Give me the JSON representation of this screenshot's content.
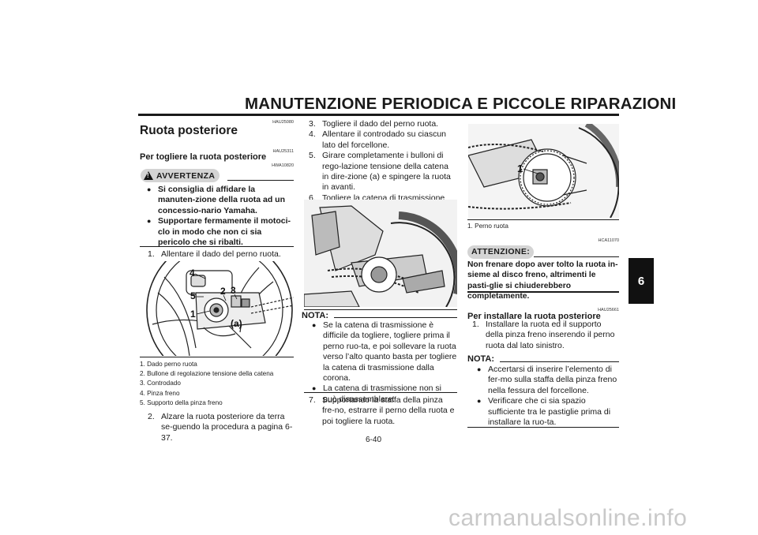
{
  "header": {
    "title": "MANUTENZIONE PERIODICA E PICCOLE RIPARAZIONI",
    "tab": "6"
  },
  "col1": {
    "code1": "HAU25080",
    "title": "Ruota posteriore",
    "code2": "HAU25311",
    "subtitle": "Per togliere la ruota posteriore",
    "code3": "HWA10820",
    "warning_label": "AVVERTENZA",
    "warning_items": [
      "Si consiglia di affidare la manuten-zione della ruota ad un concessio-nario Yamaha.",
      "Supportare fermamente il motoci-clo in modo che non ci sia pericolo che si ribalti."
    ],
    "step1_num": "1.",
    "step1": "Allentare il dado del perno ruota.",
    "figure_callouts": [
      "1",
      "2",
      "3",
      "4",
      "5",
      "(a)"
    ],
    "legend": [
      "1. Dado perno ruota",
      "2. Bullone di regolazione tensione della catena",
      "3. Controdado",
      "4. Pinza freno",
      "5. Supporto della pinza freno"
    ],
    "step2_num": "2.",
    "step2": "Alzare la ruota posteriore da terra se-guendo la procedura a pagina 6-37."
  },
  "col2": {
    "steps": [
      {
        "num": "3.",
        "text": "Togliere il dado del perno ruota."
      },
      {
        "num": "4.",
        "text": "Allentare il controdado su ciascun lato del forcellone."
      },
      {
        "num": "5.",
        "text": "Girare completamente i bulloni di rego-lazione tensione della catena in dire-zione (a) e spingere la ruota in avanti."
      },
      {
        "num": "6.",
        "text": "Togliere la catena di trasmissione dal-la corona."
      }
    ],
    "note_label": "NOTA:",
    "note_items": [
      "Se la catena di trasmissione è difficile da togliere, togliere prima il perno ruo-ta, e poi sollevare la ruota verso l’alto quanto basta per togliere la catena di trasmissione dalla corona.",
      "La catena di trasmissione non si può disassemblare."
    ],
    "step7_num": "7.",
    "step7": "Supportando la staffa della pinza fre-no, estrarre il perno della ruota e poi togliere la ruota.",
    "page": "6-40"
  },
  "col3": {
    "figure_callout": "1",
    "legend": [
      "1. Perno ruota"
    ],
    "code1": "HCA11070",
    "attention_label": "ATTENZIONE:",
    "attention_text": "Non frenare dopo aver tolto la ruota in-sieme al disco freno, altrimenti le pasti-glie si chiuderebbero completamente.",
    "code2": "HAU25661",
    "subtitle": "Per installare la ruota posteriore",
    "step1_num": "1.",
    "step1": "Installare la ruota ed il supporto della pinza freno inserendo il perno ruota dal lato sinistro.",
    "note_label": "NOTA:",
    "note_items": [
      "Accertarsi di inserire l’elemento di fer-mo sulla staffa della pinza freno nella fessura del forcellone.",
      "Verificare che ci sia spazio sufficiente tra le pastiglie prima di installare la ruo-ta."
    ]
  },
  "watermark": "carmanualsonline.info"
}
